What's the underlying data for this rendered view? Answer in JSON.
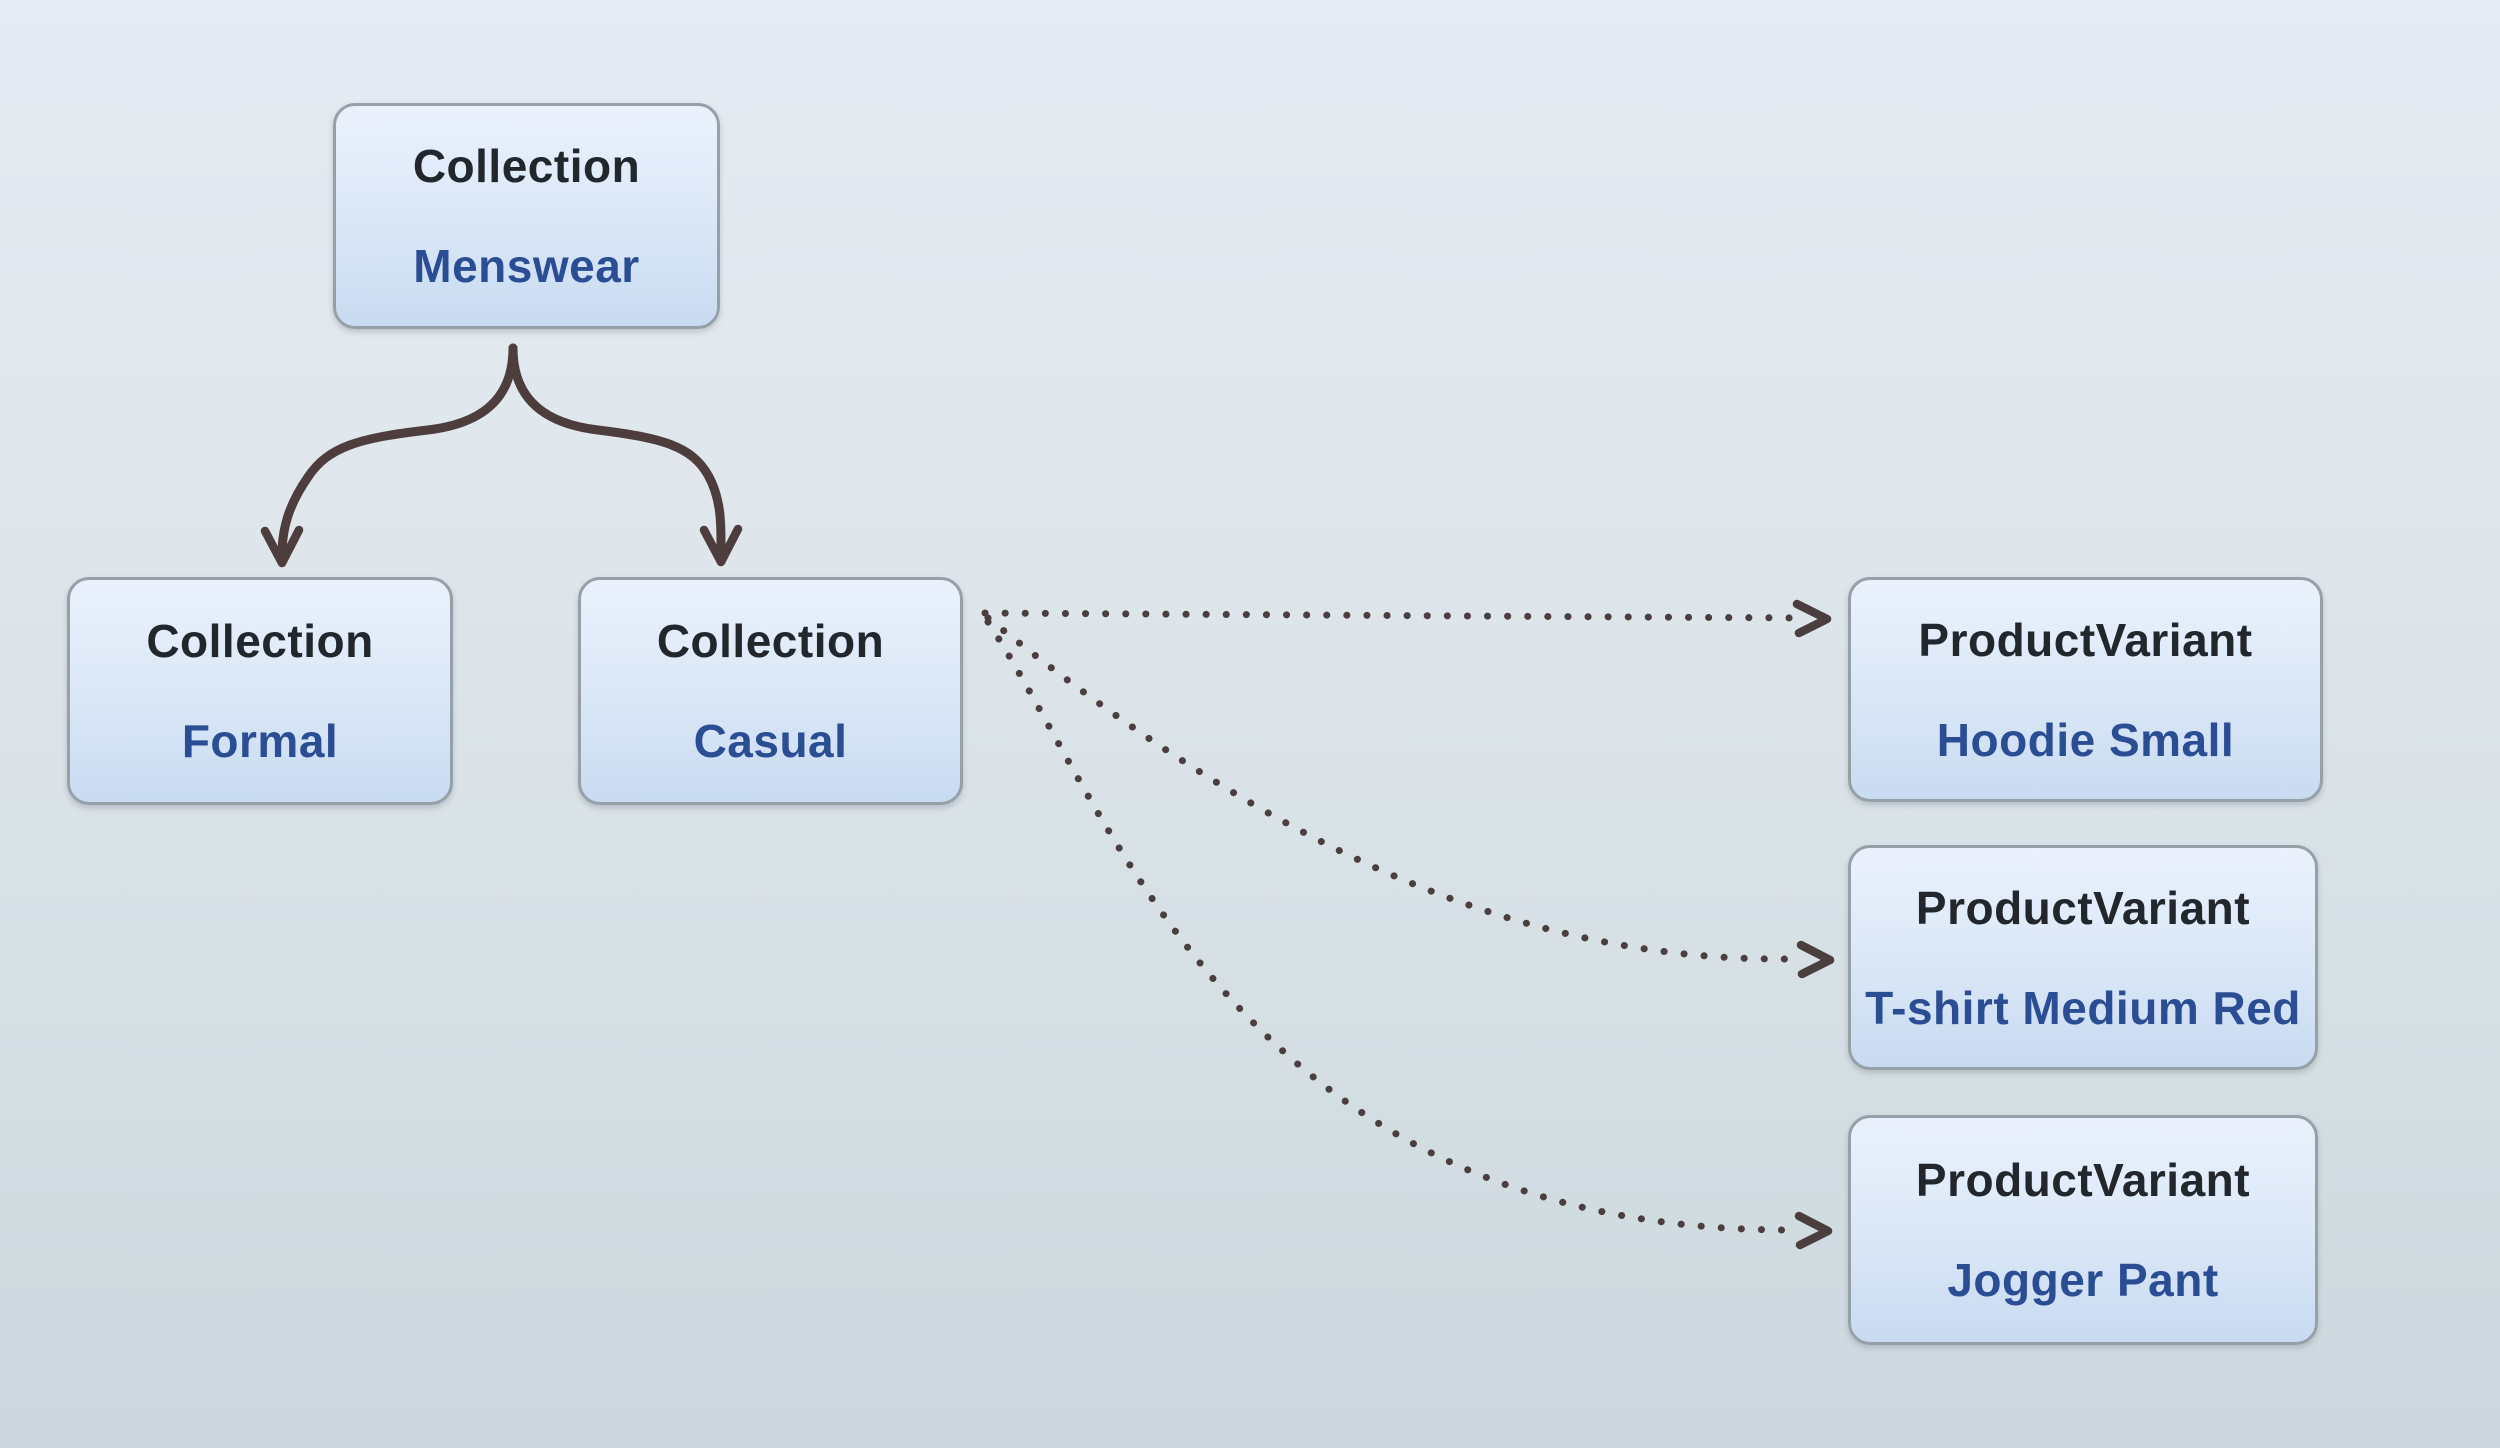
{
  "diagram": {
    "description": "Collection hierarchy with product variants",
    "nodes": {
      "menswear": {
        "type": "Collection",
        "name": "Menswear"
      },
      "formal": {
        "type": "Collection",
        "name": "Formal"
      },
      "casual": {
        "type": "Collection",
        "name": "Casual"
      },
      "hoodie": {
        "type": "ProductVariant",
        "name": "Hoodie Small"
      },
      "tshirt": {
        "type": "ProductVariant",
        "name": "T-shirt Medium Red"
      },
      "jogger": {
        "type": "ProductVariant",
        "name": "Jogger Pant"
      }
    },
    "edges": [
      {
        "from": "Menswear",
        "to": "Formal",
        "style": "solid-arrow"
      },
      {
        "from": "Menswear",
        "to": "Casual",
        "style": "solid-arrow"
      },
      {
        "from": "Casual",
        "to": "Hoodie Small",
        "style": "dotted-arrow"
      },
      {
        "from": "Casual",
        "to": "T-shirt Medium Red",
        "style": "dotted-arrow"
      },
      {
        "from": "Casual",
        "to": "Jogger Pant",
        "style": "dotted-arrow"
      }
    ],
    "colors": {
      "node_type_text": "#22272e",
      "node_name_text": "#2b4d94",
      "node_border": "#96a0a8",
      "node_fill_top": "#eaf1fc",
      "node_fill_bottom": "#c9dbf1",
      "solid_edge": "#4e3d3d",
      "dotted_edge": "#4a3e3e",
      "background_top": "#e5ebf2",
      "background_bottom": "#ccd8de"
    }
  }
}
